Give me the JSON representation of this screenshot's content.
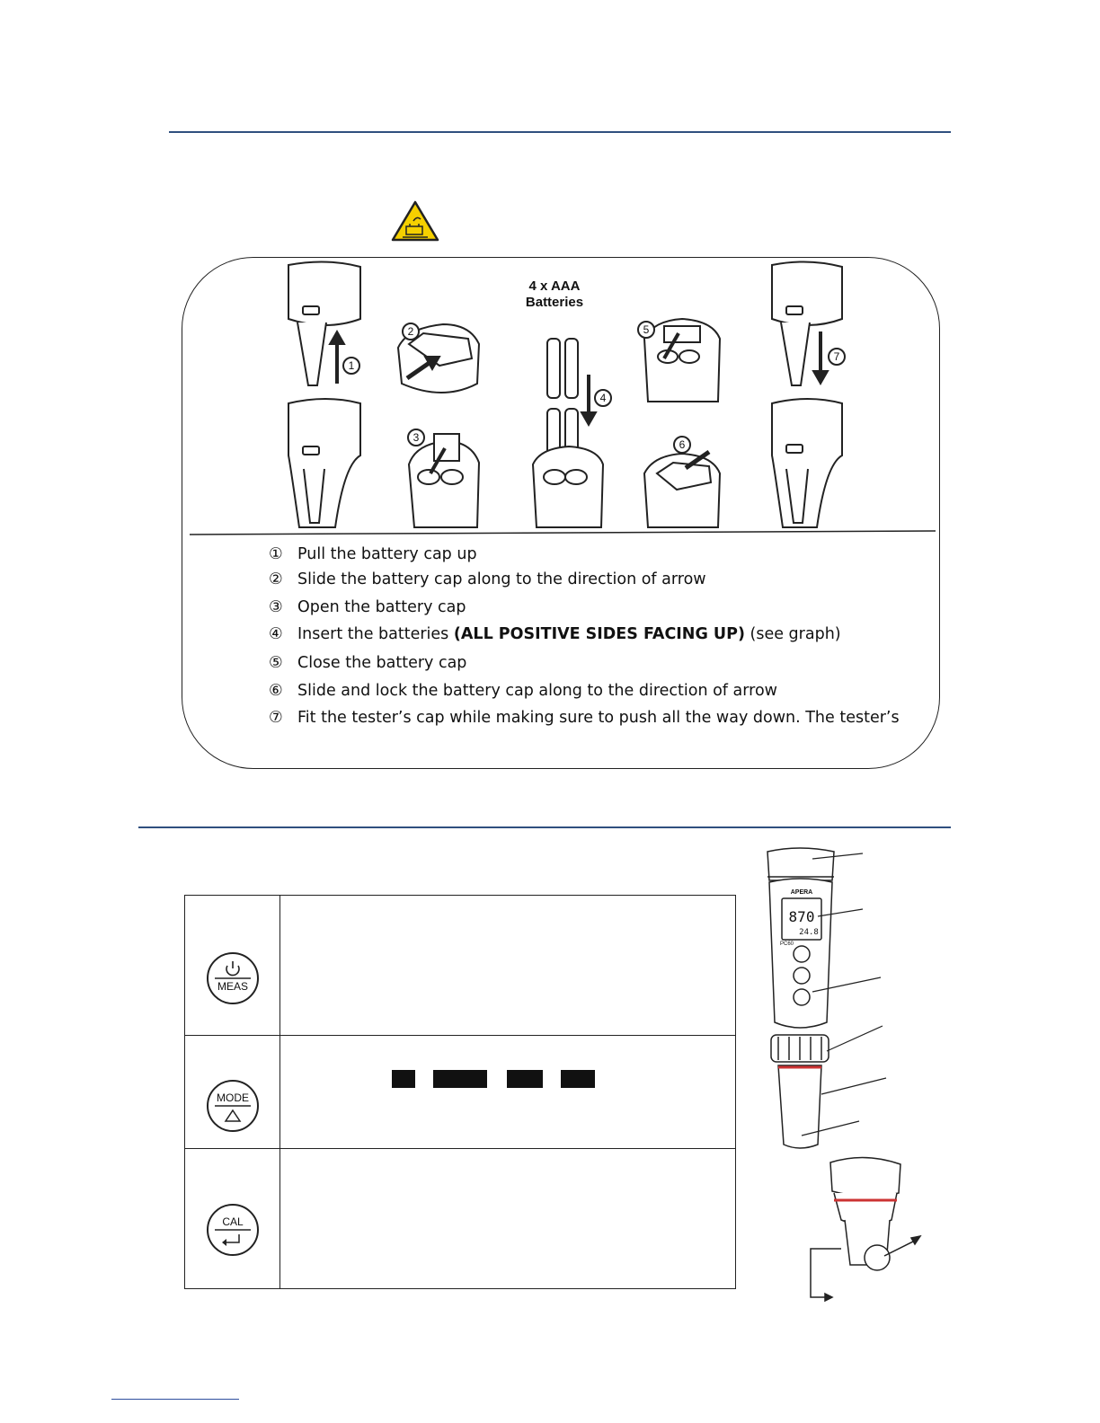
{
  "figure": {
    "batteries_label_line1": "4 x AAA",
    "batteries_label_line2": "Batteries",
    "callouts": [
      "1",
      "2",
      "3",
      "4",
      "5",
      "6",
      "7"
    ]
  },
  "steps": [
    {
      "num": "①",
      "text": "Pull the battery cap up"
    },
    {
      "num": "②",
      "text": "Slide the battery cap along to the direction of arrow"
    },
    {
      "num": "③",
      "text": "Open the battery cap"
    },
    {
      "num": "④",
      "text_before": "Insert the batteries ",
      "bold": "(ALL POSITIVE SIDES FACING UP)",
      "text_after": " (see graph)"
    },
    {
      "num": "⑤",
      "text": "Close the battery cap"
    },
    {
      "num": "⑥",
      "text": "Slide and lock the battery cap along to the direction of arrow"
    },
    {
      "num": "⑦",
      "text": "Fit the tester’s cap while making sure to push all the way down. The tester’s"
    }
  ],
  "keys": [
    {
      "top_symbol": "⏻",
      "label": "MEAS"
    },
    {
      "label_top": "MODE",
      "bottom_symbol": "△"
    },
    {
      "label_top": "CAL",
      "bottom_symbol": "⏎"
    }
  ],
  "device": {
    "brand": "APERA",
    "model": "PC60",
    "display_main": "870",
    "display_temp": "24.8"
  }
}
